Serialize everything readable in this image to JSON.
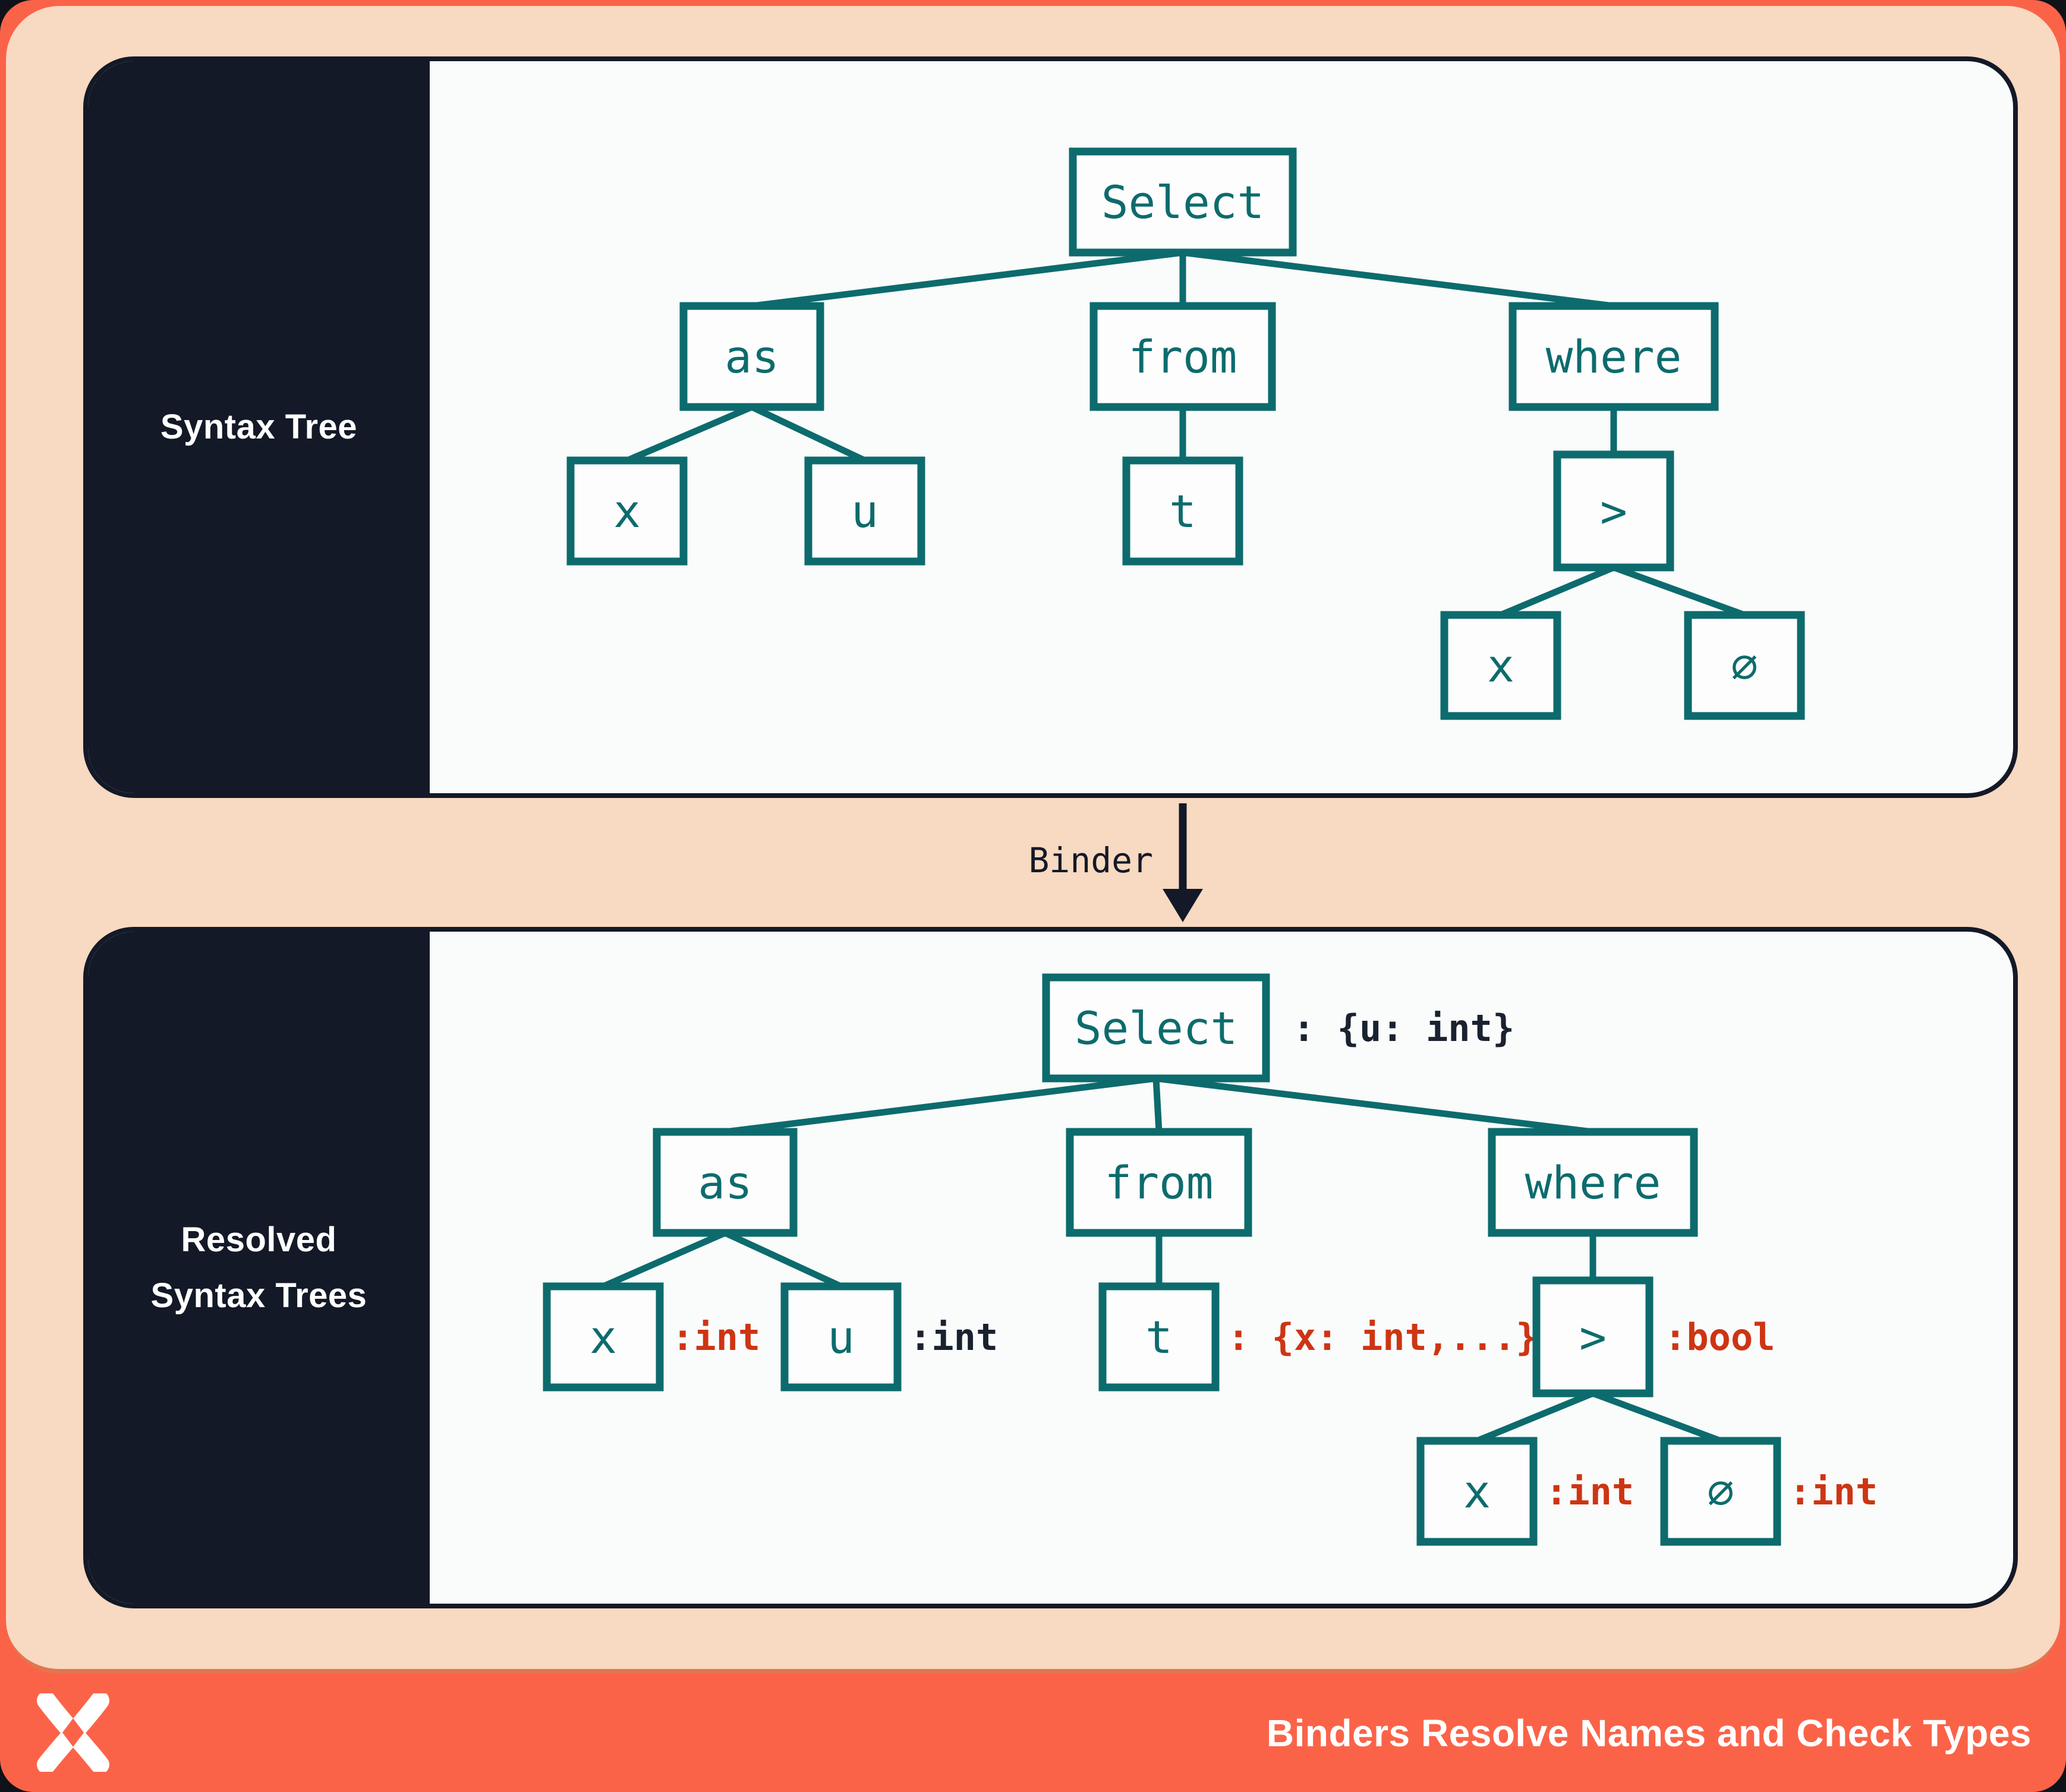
{
  "colors": {
    "teal": "#0d6b6d",
    "navy": "#131927",
    "red": "#cd3513",
    "peach": "#f8d9c1",
    "orange": "#fb6348",
    "panel_bg": "#fafbfb",
    "white": "#ffffff"
  },
  "panel_syntax": {
    "title": "Syntax Tree"
  },
  "panel_resolved": {
    "title_line1": "Resolved",
    "title_line2": "Syntax Trees"
  },
  "binder": {
    "label": "Binder"
  },
  "syntax_tree": {
    "select": "Select",
    "as": "as",
    "from": "from",
    "where": "where",
    "x": "x",
    "u": "u",
    "t": "t",
    "gt": ">",
    "x2": "x",
    "zero": "∅"
  },
  "resolved_tree": {
    "select": "Select",
    "select_type": ": {u: int}",
    "as": "as",
    "from": "from",
    "where": "where",
    "x": "x",
    "x_type": ":int",
    "u": "u",
    "u_type": ":int",
    "t": "t",
    "t_type": ": {x: int,...}",
    "gt": ">",
    "gt_type": ":bool",
    "x2": "x",
    "x2_type": ":int",
    "zero": "∅",
    "zero_type": ":int"
  },
  "footer": {
    "title": "Binders Resolve Names and Check Types",
    "logo": "x-logo"
  }
}
